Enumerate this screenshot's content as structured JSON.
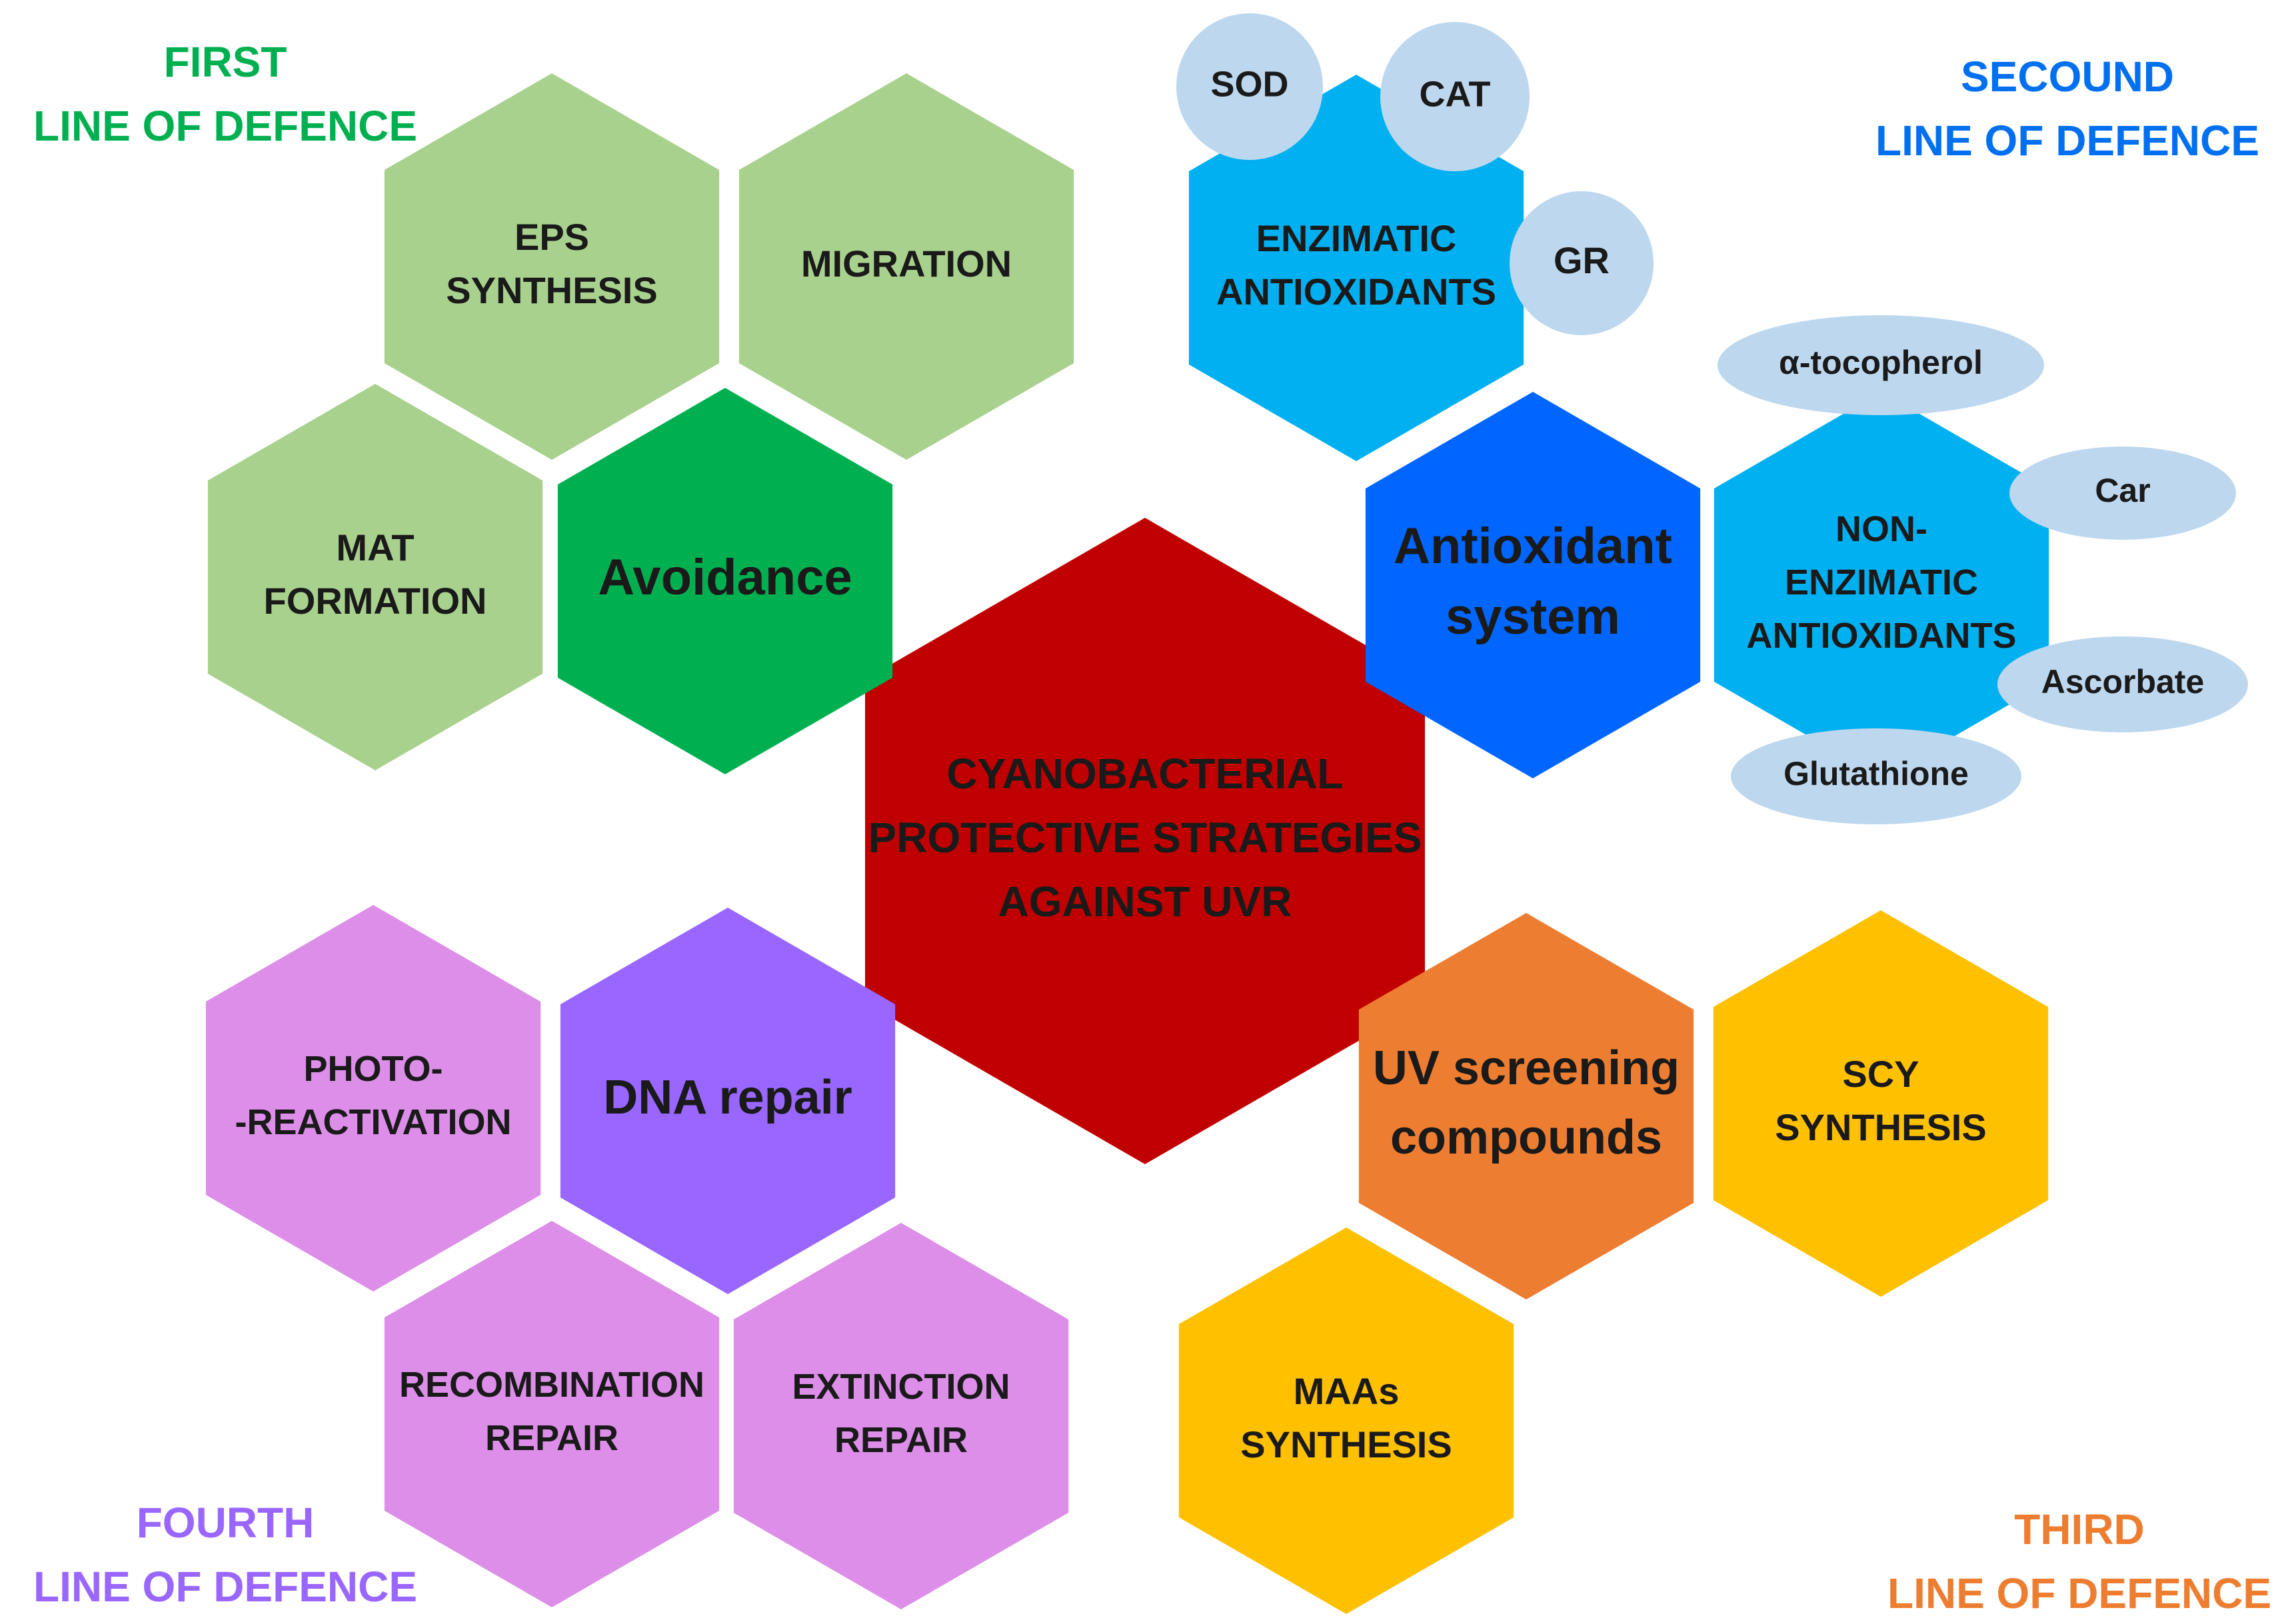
{
  "colors": {
    "first_line": "#00b050",
    "second_line": "#0070f0",
    "third_line": "#ed7d31",
    "fourth_line": "#9966ff",
    "light_green": "#a9d18e",
    "dark_green": "#00b050",
    "dark_red": "#c00000",
    "bright_blue": "#0066ff",
    "sky_blue": "#00b0f0",
    "pale_blue": "#bdd7ee",
    "orange": "#ed7d31",
    "gold": "#ffc000",
    "violet": "#9966ff",
    "pink_lilac": "#dc8ee8",
    "text": "#1a1a1a"
  },
  "labels": {
    "first_line": [
      "FIRST",
      "LINE OF DEFENCE"
    ],
    "second_line": [
      "SECOUND",
      "LINE OF DEFENCE"
    ],
    "third_line": [
      "THIRD",
      "LINE OF DEFENCE"
    ],
    "fourth_line": [
      "FOURTH",
      "LINE OF DEFENCE"
    ]
  },
  "hexagons": {
    "center": [
      "CYANOBACTERIAL",
      "PROTECTIVE STRATEGIES",
      "AGAINST UVR"
    ],
    "avoidance": [
      "Avoidance"
    ],
    "eps_synthesis": [
      "EPS",
      "SYNTHESIS"
    ],
    "migration": [
      "MIGRATION"
    ],
    "mat_formation": [
      "MAT",
      "FORMATION"
    ],
    "antioxidant_system": [
      "Antioxidant",
      "system"
    ],
    "enzimatic_antioxidants": [
      "ENZIMATIC",
      "ANTIOXIDANTS"
    ],
    "non_enzimatic_antioxidants": [
      "NON-",
      "ENZIMATIC",
      "ANTIOXIDANTS"
    ],
    "uv_screening": [
      "UV screening",
      "compounds"
    ],
    "scy_synthesis": [
      "SCY",
      "SYNTHESIS"
    ],
    "maas_synthesis": [
      "MAAs",
      "SYNTHESIS"
    ],
    "dna_repair": [
      "DNA repair"
    ],
    "photoreactivation": [
      "PHOTO-",
      "-REACTIVATION"
    ],
    "recombination_repair": [
      "RECOMBINATION",
      "REPAIR"
    ],
    "extinction_repair": [
      "EXTINCTION",
      "REPAIR"
    ]
  },
  "bubbles": {
    "sod": "SOD",
    "cat": "CAT",
    "gr": "GR",
    "tocopherol": "α-tocopherol",
    "car": "Car",
    "ascorbate": "Ascorbate",
    "glutathione": "Glutathione"
  }
}
